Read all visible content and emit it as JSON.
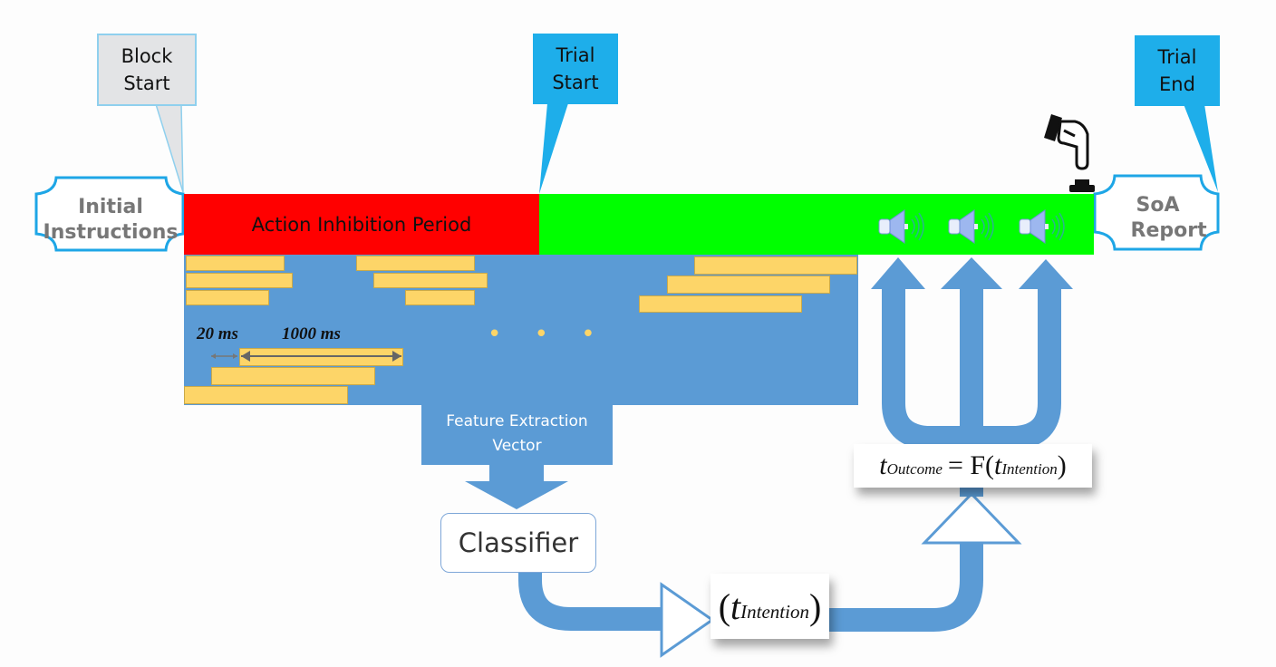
{
  "callouts": {
    "block_start": "Block Start",
    "trial_start": "Trial Start",
    "trial_end": "Trial End"
  },
  "phases": {
    "initial": "Initial Instructions",
    "inhibition": "Action Inhibition Period",
    "report": "SoA Report"
  },
  "windows": {
    "step_label": "20 ms",
    "length_label": "1000 ms",
    "ellipsis": "• • •"
  },
  "pipeline": {
    "feature": "Feature Extraction Vector",
    "classifier": "Classifier",
    "intention_var": "t",
    "intention_sub": "Intention",
    "outcome_var": "t",
    "outcome_sub": "Outcome",
    "equals": "= F(",
    "close": ")"
  },
  "icons": {
    "tones": [
      "speaker-icon",
      "speaker-icon",
      "speaker-icon"
    ],
    "press": "hand-press-button-icon"
  },
  "colors": {
    "inhibition": "#ff0000",
    "trial": "#00ff00",
    "window_bg": "#5b9bd5",
    "window_bar": "#fdd568",
    "callout_blue": "#1eaeea",
    "callout_grey": "#e3e4e6"
  }
}
